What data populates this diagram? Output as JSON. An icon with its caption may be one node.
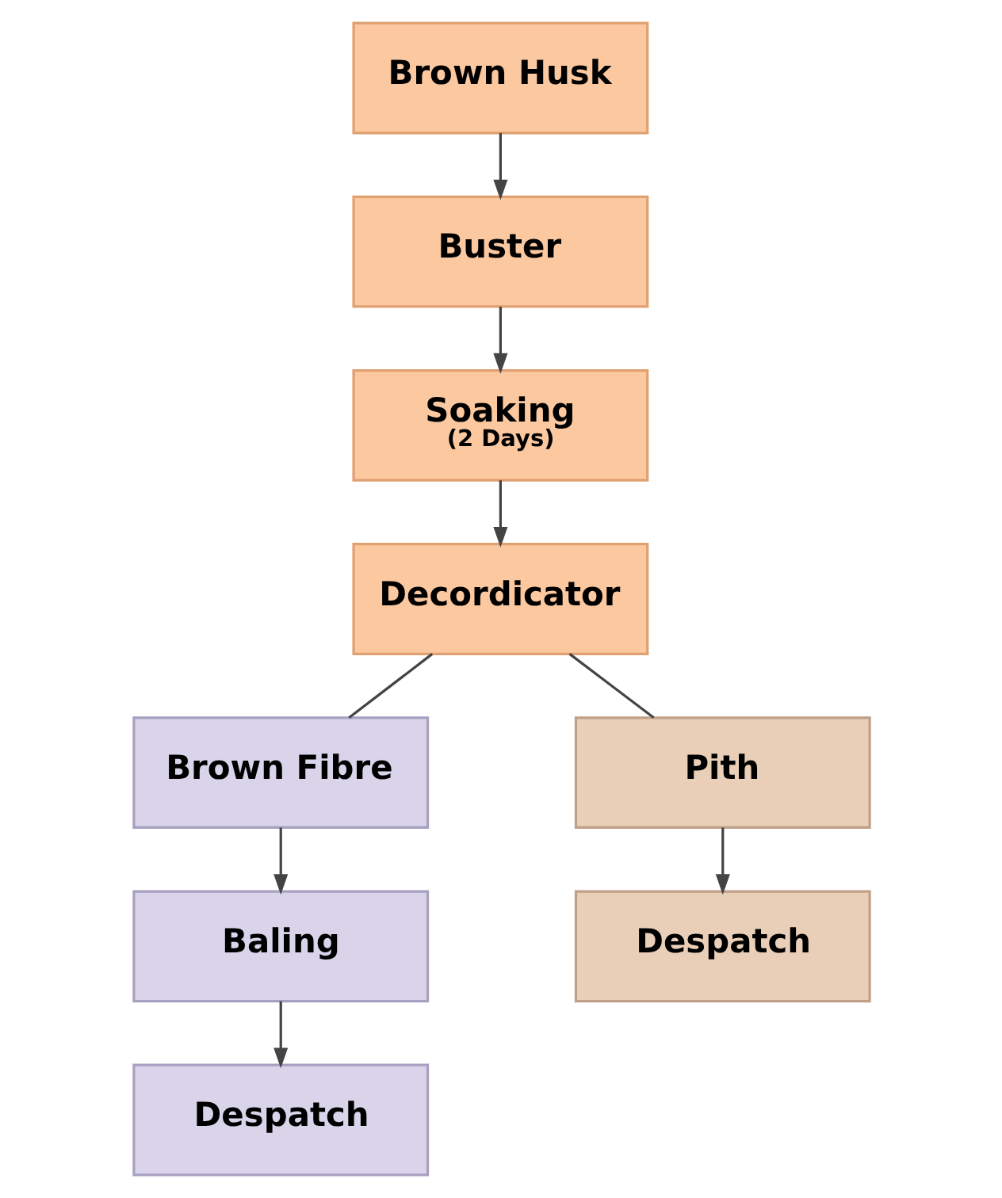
{
  "diagram": {
    "nodes": [
      {
        "text": [
          "Brown Husk"
        ]
      },
      {
        "text": [
          "Buster"
        ]
      },
      {
        "text": [
          "Soaking",
          "(2 Days)"
        ]
      },
      {
        "text": [
          "Decordicator"
        ]
      },
      {
        "text": [
          "Brown Fibre"
        ]
      },
      {
        "text": [
          "Baling"
        ]
      },
      {
        "text": [
          "Despatch"
        ]
      },
      {
        "text": [
          "Pith"
        ]
      },
      {
        "text": [
          "Despatch"
        ]
      }
    ],
    "edges": [
      {
        "from": 0,
        "to": 1,
        "arrow": "to"
      },
      {
        "from": 1,
        "to": 2,
        "arrow": "to"
      },
      {
        "from": 2,
        "to": 3,
        "arrow": "to"
      },
      {
        "from": 3,
        "to": 4,
        "arrow": "none"
      },
      {
        "from": 3,
        "to": 7,
        "arrow": "none"
      },
      {
        "from": 4,
        "to": 5,
        "arrow": "to"
      },
      {
        "from": 5,
        "to": 6,
        "arrow": "to"
      },
      {
        "from": 7,
        "to": 8,
        "arrow": "to"
      }
    ]
  }
}
